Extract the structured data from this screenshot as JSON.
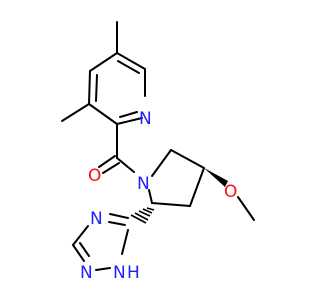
{
  "molecule": {
    "atoms": {
      "pyridine_n": {
        "symbol": "N",
        "color": "#1f1fff"
      },
      "carbonyl_o": {
        "symbol": "O",
        "color": "#ff0d0d"
      },
      "pyrrolidine_n": {
        "symbol": "N",
        "color": "#1f1fff"
      },
      "methoxy_o": {
        "symbol": "O",
        "color": "#ff0d0d"
      },
      "triazole_n4": {
        "symbol": "N",
        "color": "#1f1fff"
      },
      "triazole_n1": {
        "symbol": "N",
        "color": "#1f1fff"
      },
      "triazole_n2": {
        "symbol": "N",
        "color": "#1f1fff"
      },
      "triazole_nh_h": {
        "symbol": "H",
        "color": "#1f1fff"
      }
    },
    "bond_color": "#000000"
  }
}
